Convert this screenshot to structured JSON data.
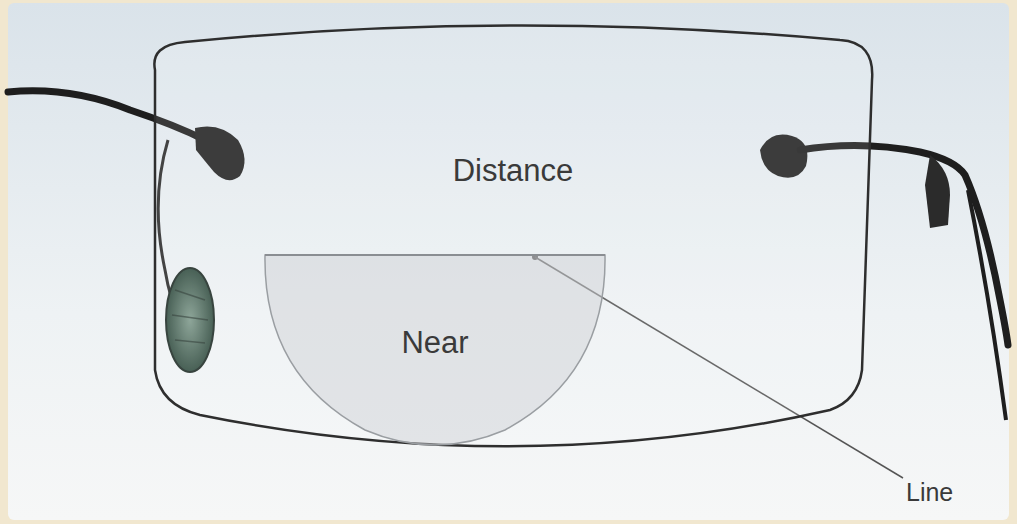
{
  "diagram": {
    "nodes": [
      {
        "text": [
          "Distance"
        ]
      },
      {
        "text": [
          "Near"
        ],
        "in": 0
      }
    ],
    "labels": [
      "Line"
    ]
  }
}
